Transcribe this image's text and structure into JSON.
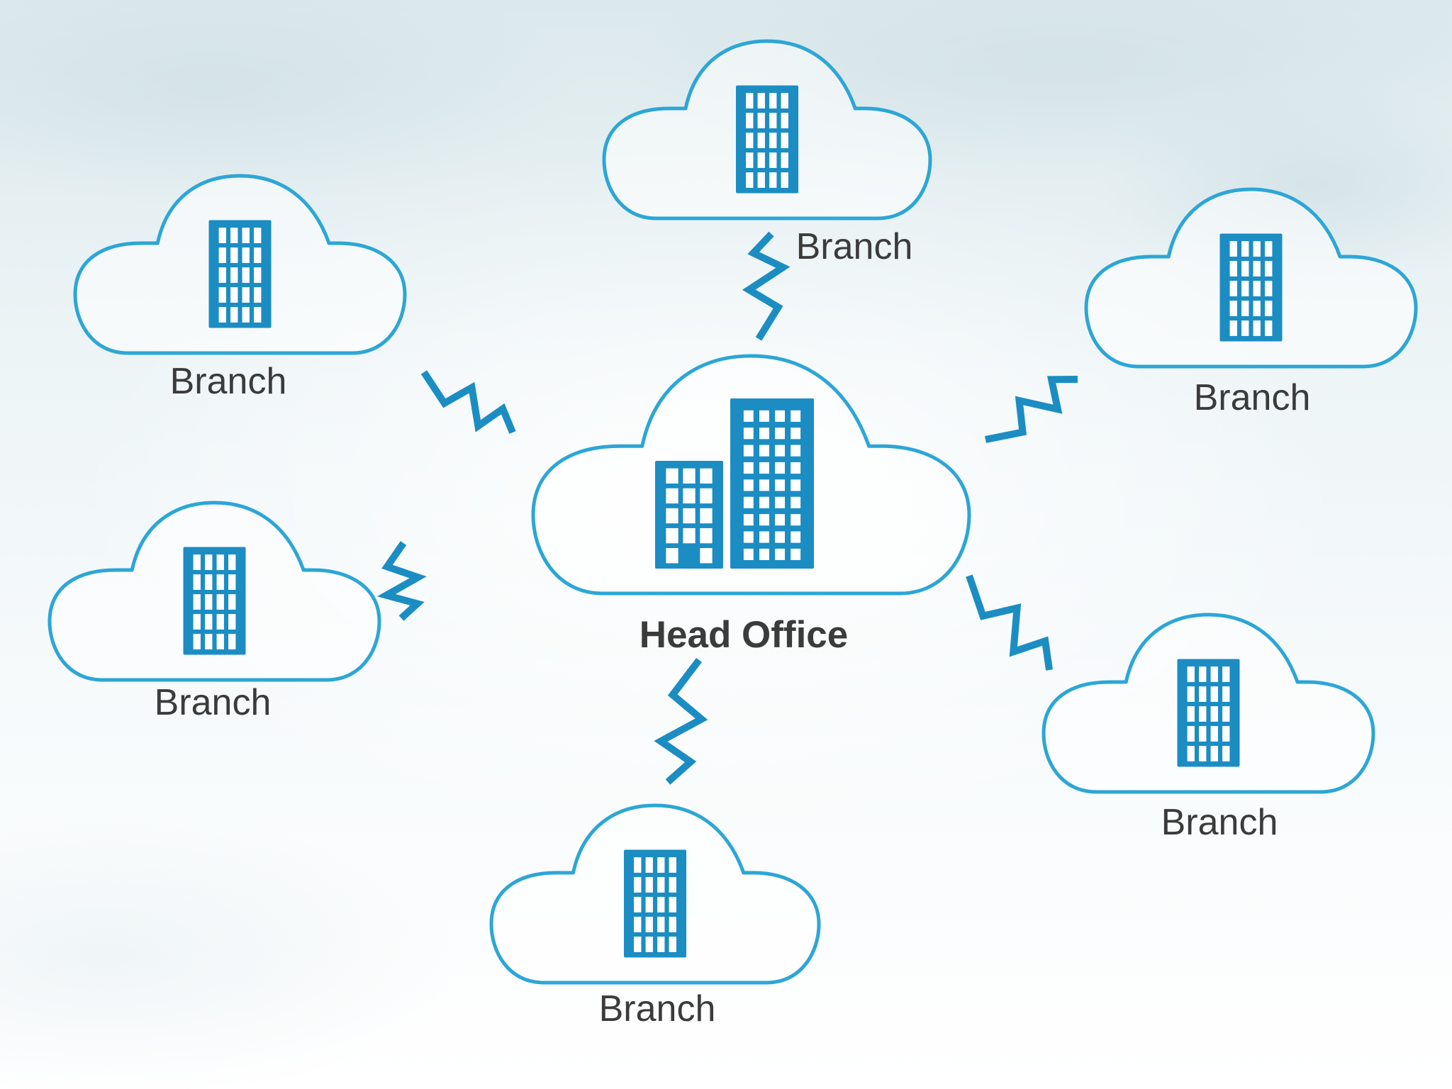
{
  "diagram": {
    "hub": {
      "label": "Head Office",
      "icon": "office-buildings-icon"
    },
    "branches": [
      {
        "id": "top",
        "label": "Branch",
        "icon": "building-icon"
      },
      {
        "id": "upper-left",
        "label": "Branch",
        "icon": "building-icon"
      },
      {
        "id": "upper-right",
        "label": "Branch",
        "icon": "building-icon"
      },
      {
        "id": "lower-left",
        "label": "Branch",
        "icon": "building-icon"
      },
      {
        "id": "lower-right",
        "label": "Branch",
        "icon": "building-icon"
      },
      {
        "id": "bottom",
        "label": "Branch",
        "icon": "building-icon"
      }
    ],
    "connection_icon": "lightning-link-icon"
  },
  "colors": {
    "accent": "#1b8dc3",
    "outline": "#2ca6d6",
    "label": "#3b3b3b"
  }
}
